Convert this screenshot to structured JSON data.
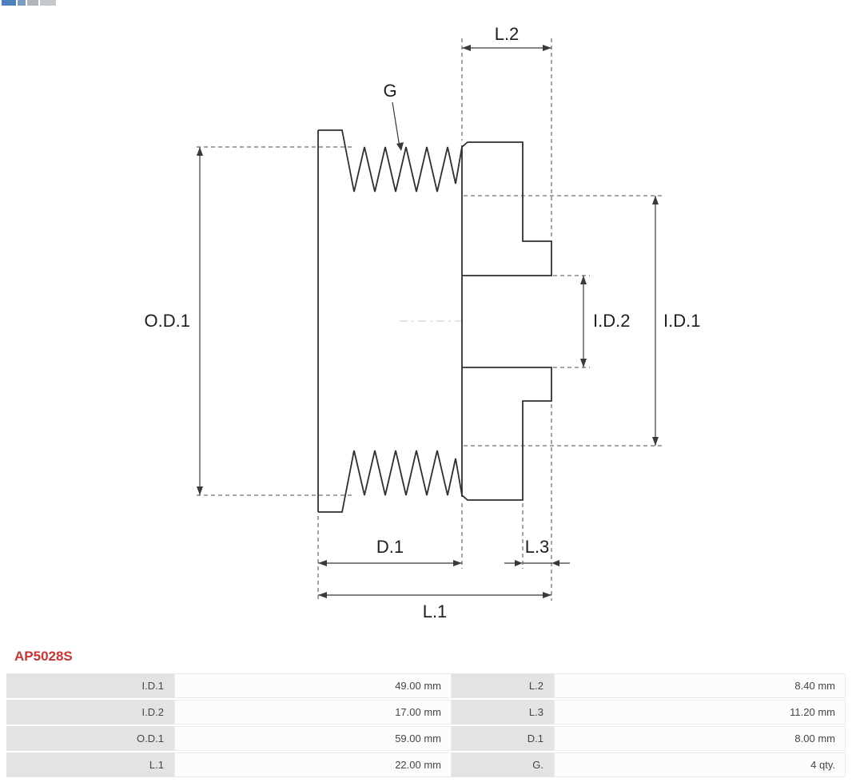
{
  "part_number": "AP5028S",
  "diagram": {
    "labels": {
      "L2": "L.2",
      "G": "G",
      "OD1": "O.D.1",
      "ID2": "I.D.2",
      "ID1": "I.D.1",
      "D1": "D.1",
      "L3": "L.3",
      "L1": "L.1"
    }
  },
  "table": {
    "rows": [
      {
        "label_left": "I.D.1",
        "value_left": "49.00 mm",
        "label_right": "L.2",
        "value_right": "8.40 mm"
      },
      {
        "label_left": "I.D.2",
        "value_left": "17.00 mm",
        "label_right": "L.3",
        "value_right": "11.20 mm"
      },
      {
        "label_left": "O.D.1",
        "value_left": "59.00 mm",
        "label_right": "D.1",
        "value_right": "8.00 mm"
      },
      {
        "label_left": "L.1",
        "value_left": "22.00 mm",
        "label_right": "G.",
        "value_right": "4 qty."
      }
    ]
  },
  "colors": {
    "part_number_red": "#cc3333",
    "drawing_line": "#2f2f2f",
    "table_label_bg": "#e3e3e3",
    "table_value_bg": "#fcfcfc",
    "logo_blue": "#4f81bd",
    "logo_gray": "#aeb6bb"
  }
}
